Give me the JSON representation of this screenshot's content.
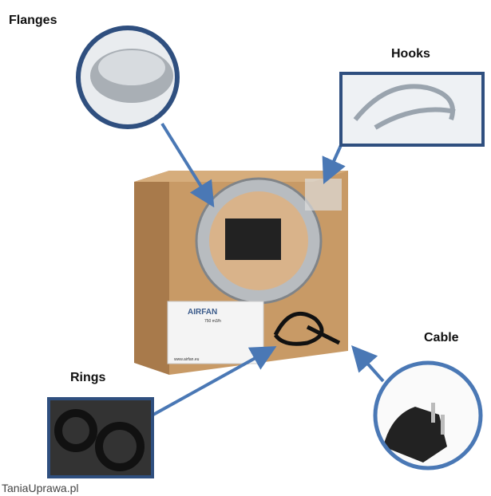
{
  "labels": {
    "flanges": "Flanges",
    "hooks": "Hooks",
    "cable": "Cable",
    "rings": "Rings"
  },
  "watermark": "TaniaUprawa.pl",
  "product_label": {
    "brand": "AIRFAN",
    "flow": "750 m3/h",
    "website": "www.airfan.eu"
  },
  "colors": {
    "accent": "#4a78b5",
    "frame": "#2f4f7f",
    "box": "#c89a66"
  }
}
